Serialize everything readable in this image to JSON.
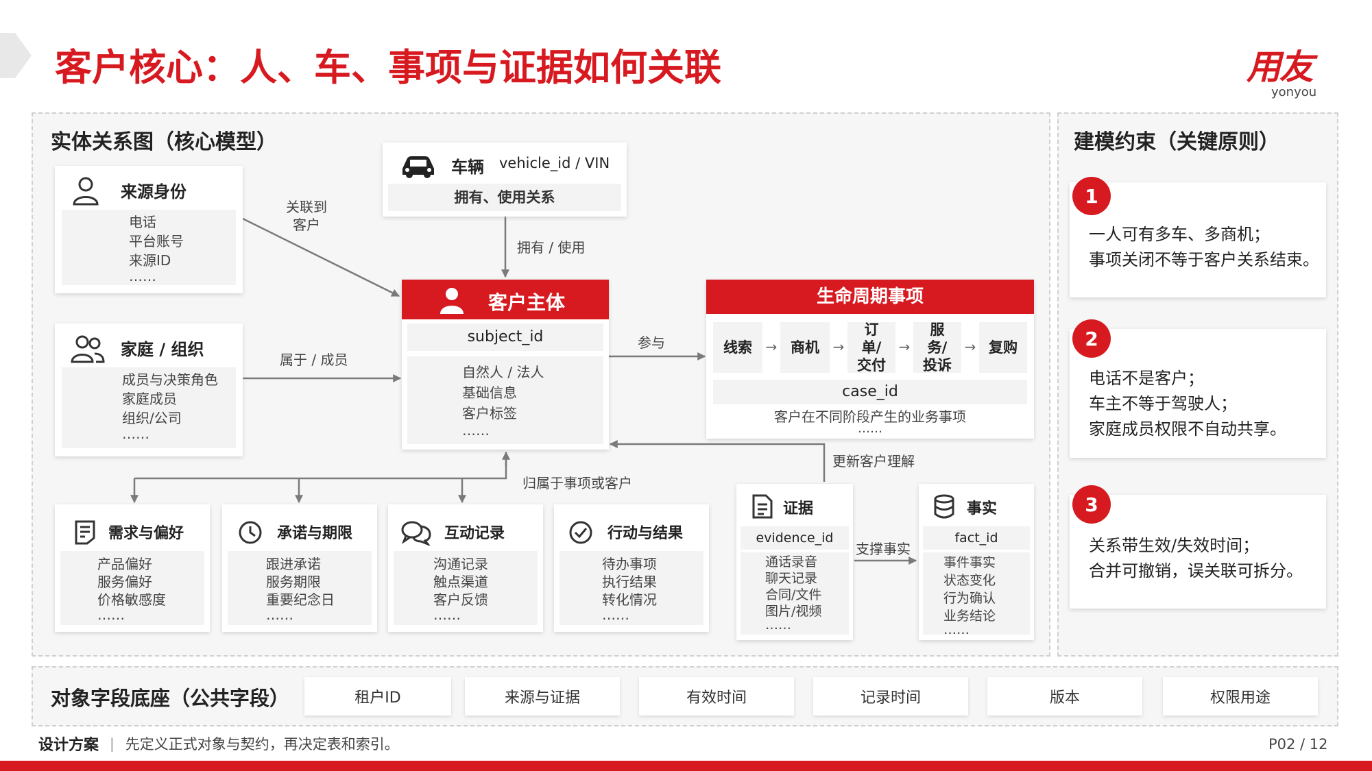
{
  "header": {
    "title": "客户核心：人、车、事项与证据如何关联",
    "logo": "用友",
    "logo_sub": "yonyou"
  },
  "left_panel": {
    "title": "实体关系图（核心模型）",
    "source_identity": {
      "title": "来源身份",
      "items": [
        "电话",
        "平台账号",
        "来源ID",
        "……"
      ]
    },
    "family_org": {
      "title": "家庭 / 组织",
      "items": [
        "成员与决策角色",
        "家庭成员",
        "组织/公司",
        "……"
      ]
    },
    "vehicle": {
      "title": "车辆",
      "id": "vehicle_id / VIN",
      "sub": "拥有、使用关系"
    },
    "subject": {
      "title": "客户主体",
      "id": "subject_id",
      "items": [
        "自然人 / 法人",
        "基础信息",
        "客户标签",
        "……"
      ]
    },
    "lifecycle": {
      "title": "生命周期事项",
      "stages": [
        "线索",
        "商机",
        "订单/交付",
        "服务/投诉",
        "复购"
      ],
      "id": "case_id",
      "desc": "客户在不同阶段产生的业务事项",
      "more": "……"
    },
    "labels": {
      "link_to_customer": "关联到客户",
      "own_use": "拥有 / 使用",
      "belong_member": "属于 / 成员",
      "participate": "参与",
      "belongs_case_or_customer": "归属于事项或客户",
      "update_understanding": "更新客户理解",
      "support_fact": "支撑事实"
    },
    "cards": [
      {
        "title": "需求与偏好",
        "items": [
          "产品偏好",
          "服务偏好",
          "价格敏感度",
          "……"
        ]
      },
      {
        "title": "承诺与期限",
        "items": [
          "跟进承诺",
          "服务期限",
          "重要纪念日",
          "……"
        ]
      },
      {
        "title": "互动记录",
        "items": [
          "沟通记录",
          "触点渠道",
          "客户反馈",
          "……"
        ]
      },
      {
        "title": "行动与结果",
        "items": [
          "待办事项",
          "执行结果",
          "转化情况",
          "……"
        ]
      }
    ],
    "evidence": {
      "title": "证据",
      "id": "evidence_id",
      "items": [
        "通话录音",
        "聊天记录",
        "合同/文件",
        "图片/视频",
        "……"
      ]
    },
    "fact": {
      "title": "事实",
      "id": "fact_id",
      "items": [
        "事件事实",
        "状态变化",
        "行为确认",
        "业务结论",
        "……"
      ]
    }
  },
  "right_panel": {
    "title": "建模约束（关键原则）",
    "rules": [
      {
        "num": "1",
        "lines": [
          "一人可有多车、多商机；",
          "事项关闭不等于客户关系结束。"
        ]
      },
      {
        "num": "2",
        "lines": [
          "电话不是客户；",
          "车主不等于驾驶人；",
          "家庭成员权限不自动共享。"
        ]
      },
      {
        "num": "3",
        "lines": [
          "关系带生效/失效时间；",
          "合并可撤销，误关联可拆分。"
        ]
      }
    ]
  },
  "base_fields": {
    "title": "对象字段底座（公共字段）",
    "fields": [
      "租户ID",
      "来源与证据",
      "有效时间",
      "记录时间",
      "版本",
      "权限用途"
    ]
  },
  "footer": {
    "label": "设计方案",
    "sep": "|",
    "text": "先定义正式对象与契约，再决定表和索引。",
    "page": "P02 / 12"
  },
  "colors": {
    "accent": "#d71920",
    "arrow": "#7a7a7a"
  }
}
